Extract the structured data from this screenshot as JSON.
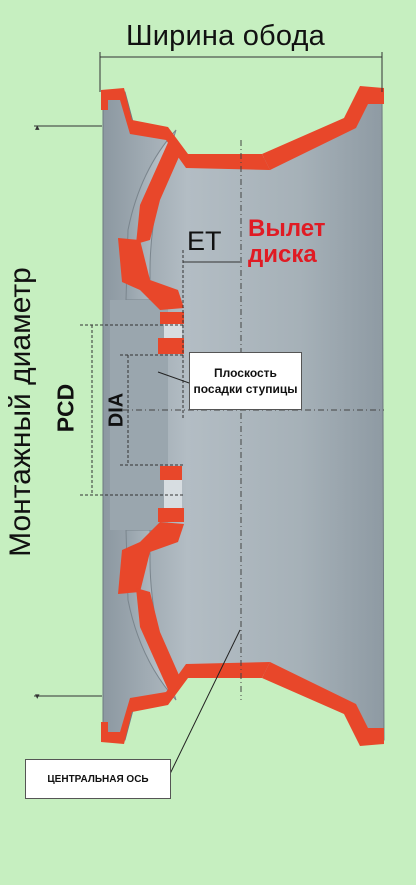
{
  "labels": {
    "rim_width": "Ширина обода",
    "mounting_diameter": "Монтажный диаметр",
    "pcd": "PCD",
    "dia": "DIA",
    "et": "ET",
    "offset": "Вылет диска",
    "hub_plane": "Плоскость посадки ступицы",
    "center_axis": "ЦЕНТРАЛЬНАЯ ОСЬ"
  },
  "colors": {
    "background": "#c6efc0",
    "steel": "#a3aeb6",
    "rim_section": "#e8472a",
    "offset_text": "#e01b24"
  }
}
